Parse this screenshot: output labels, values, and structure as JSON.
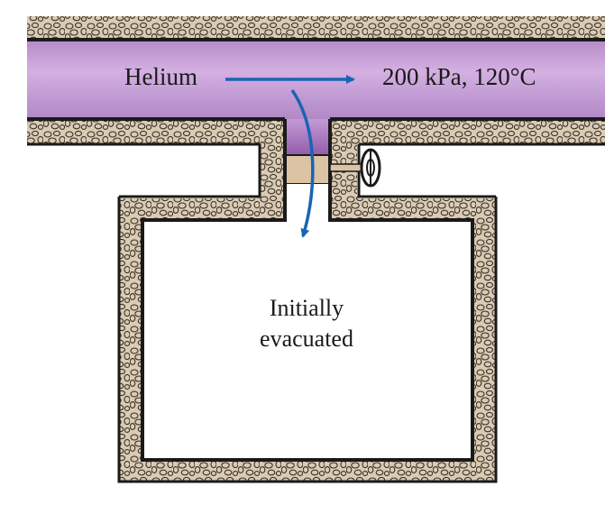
{
  "labels": {
    "gas": "Helium",
    "supply_state": "200 kPa, 120°C",
    "tank_line1": "Initially",
    "tank_line2": "evacuated"
  },
  "colors": {
    "gas_fill": "#c49ad6",
    "insulation": "#d9cbb4",
    "wall": "#1a1a1a",
    "flow_arrow": "#1a64b4",
    "valve_body": "#dcc3a3",
    "tank_interior": "#ffffff"
  },
  "icons": {
    "valve": "valve-handwheel-icon",
    "flow": "flow-arrow-icon"
  }
}
